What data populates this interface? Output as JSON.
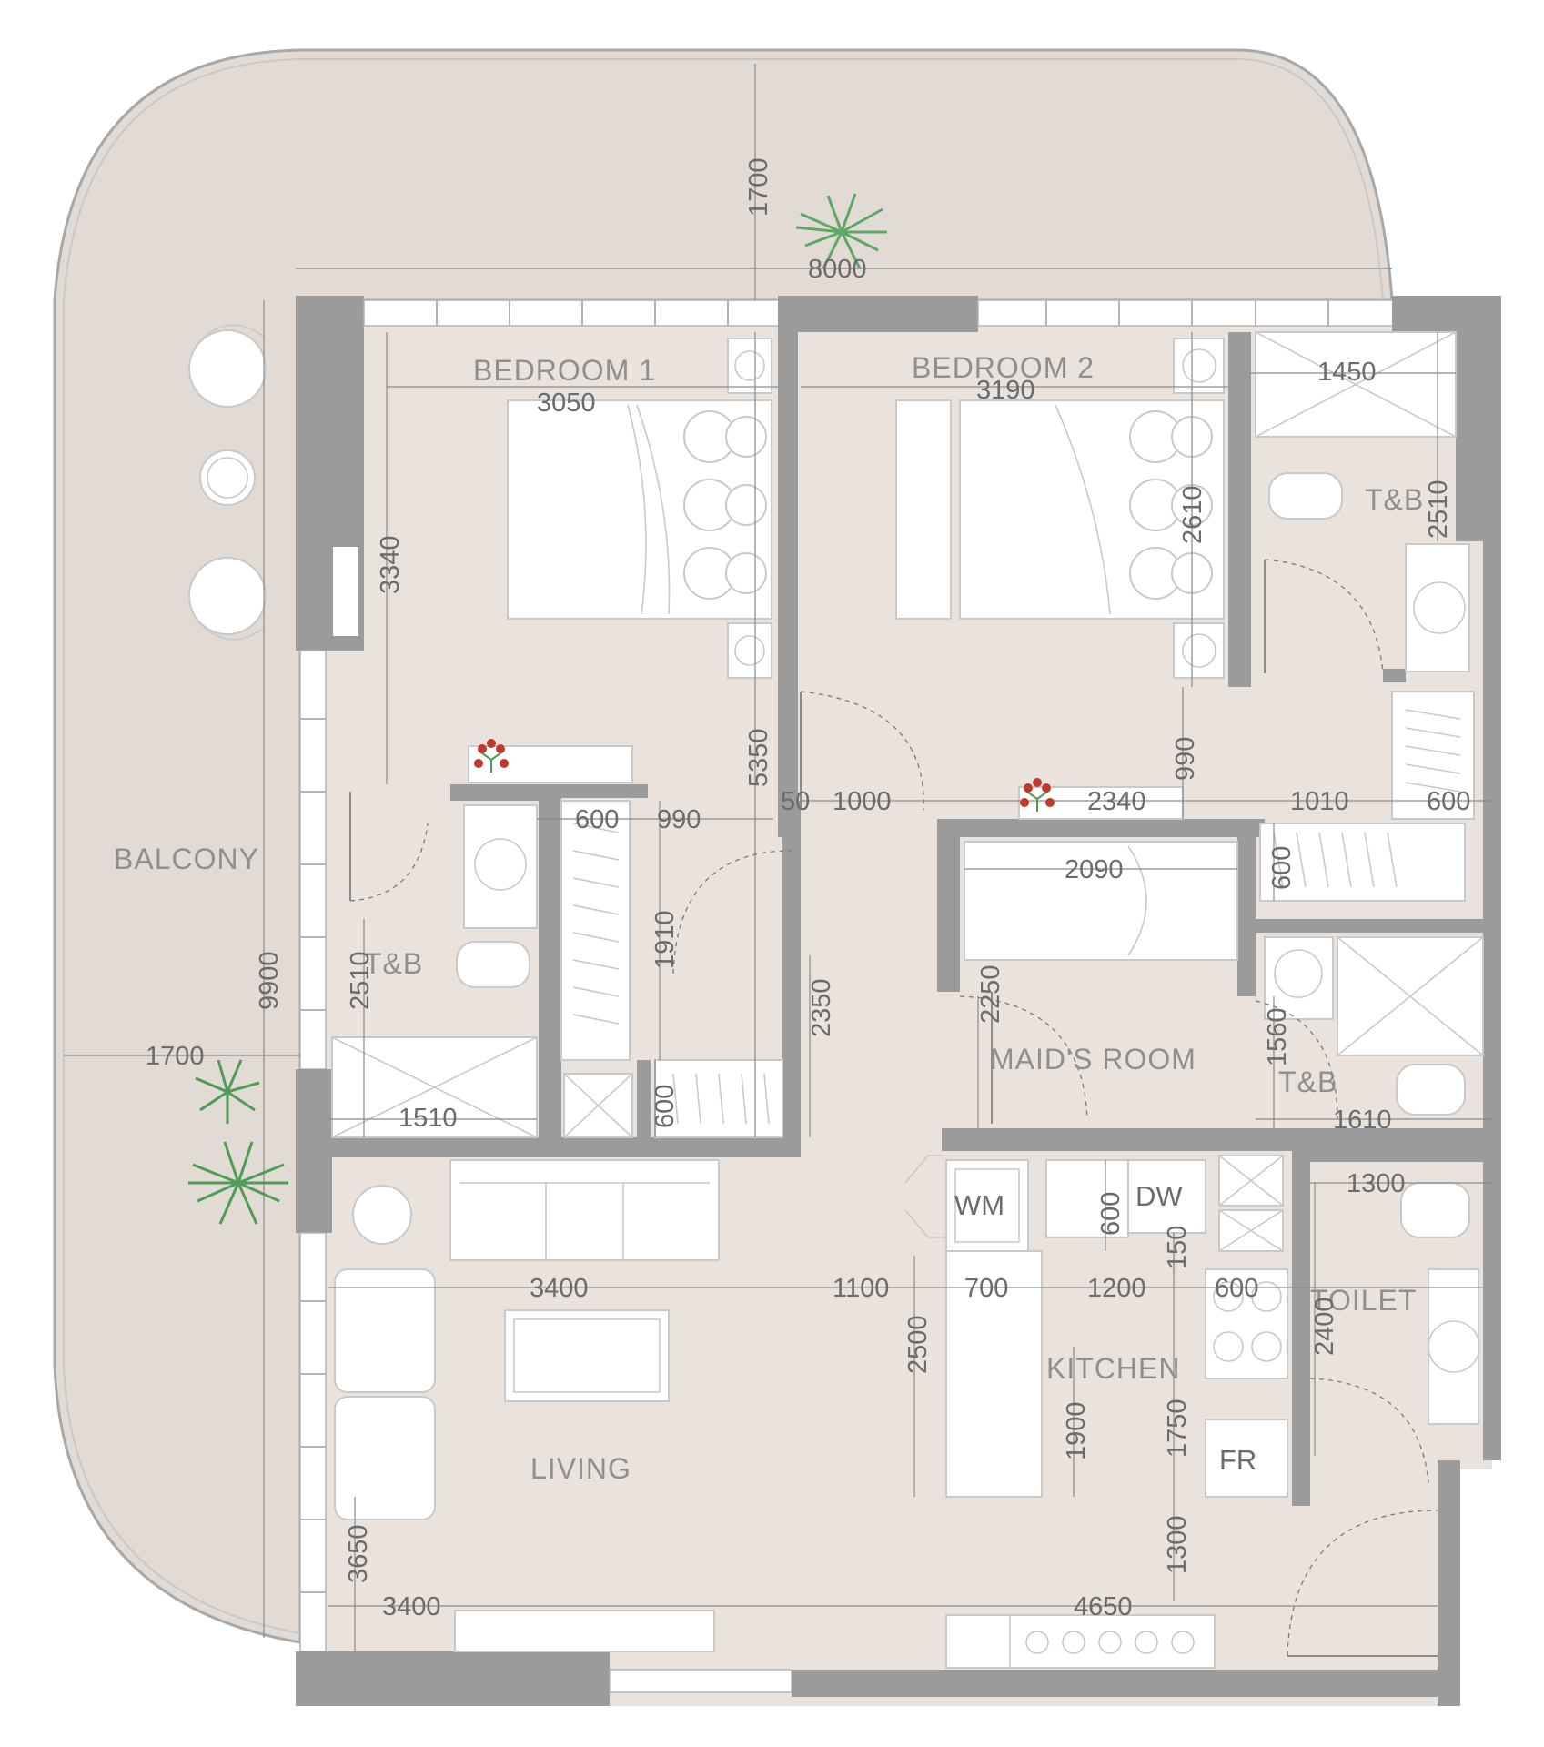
{
  "colors": {
    "floor": "#e9e2dd",
    "balcony": "#e2dad4",
    "wall": "#9b9b9b",
    "label": "#8f8f8f",
    "dimension": "#6b6b6b",
    "plant": "#5ea865",
    "flower": "#c0392b"
  },
  "rooms": {
    "bedroom1": "BEDROOM 1",
    "bedroom2": "BEDROOM 2",
    "balcony": "BALCONY",
    "tb_bedroom1": "T&B",
    "tb_bedroom2": "T&B",
    "tb_maid": "T&B",
    "maids_room": "MAID'S ROOM",
    "living": "LIVING",
    "kitchen": "KITCHEN",
    "toilet": "TOILET"
  },
  "appliances": {
    "wm": "WM",
    "dw": "DW",
    "fr": "FR"
  },
  "dimensions": {
    "balcony_depth": "1700",
    "overall_width": "8000",
    "bedroom1_width": "3050",
    "bedroom2_width": "3190",
    "tb2_width": "1450",
    "tb2_depth": "2510",
    "bedroom2_depth": "2610",
    "bedroom1_depth": "3340",
    "corridor_depth": "5350",
    "closet_door": "990",
    "closet_width": "600",
    "wall_50": "50",
    "corridor_1000": "1000",
    "corridor_2340": "2340",
    "corridor_1010": "1010",
    "wardrobe_600_right": "600",
    "wardrobe_600_vertical": "600",
    "maid_bed_width": "2090",
    "maid_depth": "2250",
    "maid_tb_depth": "1560",
    "maid_tb_width": "1610",
    "walkin_depth": "1910",
    "hall_depth": "2350",
    "tb1_depth": "2510",
    "tb1_width": "1510",
    "shoe_600": "600",
    "balcony_9900": "9900",
    "balcony_1700": "1700",
    "bedroom2_990": "990",
    "toilet_width": "1300",
    "wm_600": "600",
    "dw_150": "150",
    "living_3400_top": "3400",
    "living_1100": "1100",
    "kitchen_700": "700",
    "kitchen_1200": "1200",
    "kitchen_600": "600",
    "toilet_2400": "2400",
    "kitchen_2500": "2500",
    "kitchen_1900": "1900",
    "kitchen_1750": "1750",
    "entry_1300": "1300",
    "living_3650": "3650",
    "living_3400_bottom": "3400",
    "entry_4650": "4650"
  }
}
